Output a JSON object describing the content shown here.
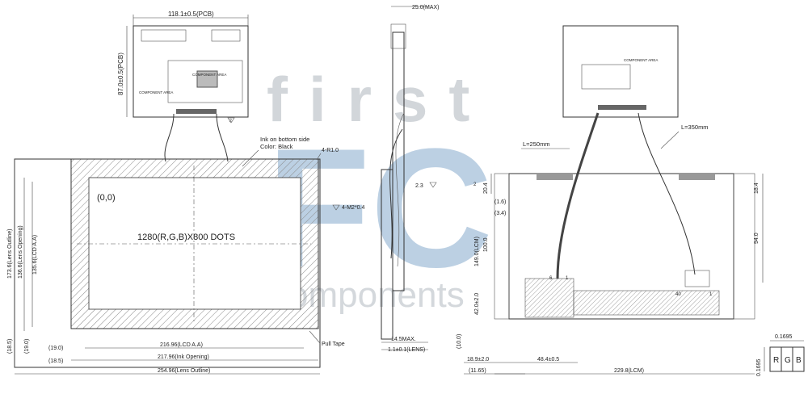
{
  "watermark": {
    "word": "first",
    "letters": "FC",
    "tagline": "components"
  },
  "pcb_top": {
    "width": "118.1±0.5(PCB)",
    "height": "87.0±0.5(PCB)",
    "component_area": "COMPONENT AREA",
    "component_area_2": "COMPONENT AREA",
    "note": "2"
  },
  "front_view": {
    "ink_note_1": "Ink on bottom side",
    "ink_note_2": "Color: Black",
    "radius": "4-R1.0",
    "origin": "(0,0)",
    "resolution": "1280(R,G,B)X800 DOTS",
    "pull_tape": "Pull Tape",
    "lens_outline_h": "173.6(Lens Outline)",
    "lens_opening_h": "136.6(Lens Opening)",
    "lcd_aa_h": "135.6(LCD A.A)",
    "off_185": "(18.5)",
    "off_190": "(19.0)",
    "off_190b": "(19.0)",
    "off_185b": "(18.5)",
    "lcd_aa_w": "216.96(LCD A.A)",
    "ink_opening_w": "217.96(Ink Opening)",
    "lens_outline_w": "254.96(Lens Outline)"
  },
  "side_view": {
    "depth_max": "25.0(MAX)",
    "screw": "4-M2*0.4",
    "gap": "2.3",
    "thickness": "14.5MAX.",
    "lens": "1.1±0.1(LENS)",
    "note_3": "3"
  },
  "rear_view": {
    "cable_short": "L=250mm",
    "cable_long": "L=350mm",
    "component_area": "COMPONENT AREA",
    "dim_204": "20.4",
    "dim_16": "(1.6)",
    "dim_34": "(3.4)",
    "dim_1000": "100.0",
    "dim_1490": "149.0(LCM)",
    "dim_420": "42.0±2.0",
    "dim_100": "(10.0)",
    "dim_189": "18.9±2.0",
    "dim_1165": "(11.65)",
    "dim_484": "48.4±0.5",
    "dim_2298": "229.8(LCM)",
    "dim_184": "18.4",
    "dim_940": "94.0",
    "pin_6": "6",
    "pin_1": "1",
    "pin_40": "40",
    "pin_1b": "1",
    "note_2": "2"
  },
  "pixel": {
    "pitch_w": "0.1695",
    "pitch_h": "0.1695",
    "r": "R",
    "g": "G",
    "b": "B"
  }
}
